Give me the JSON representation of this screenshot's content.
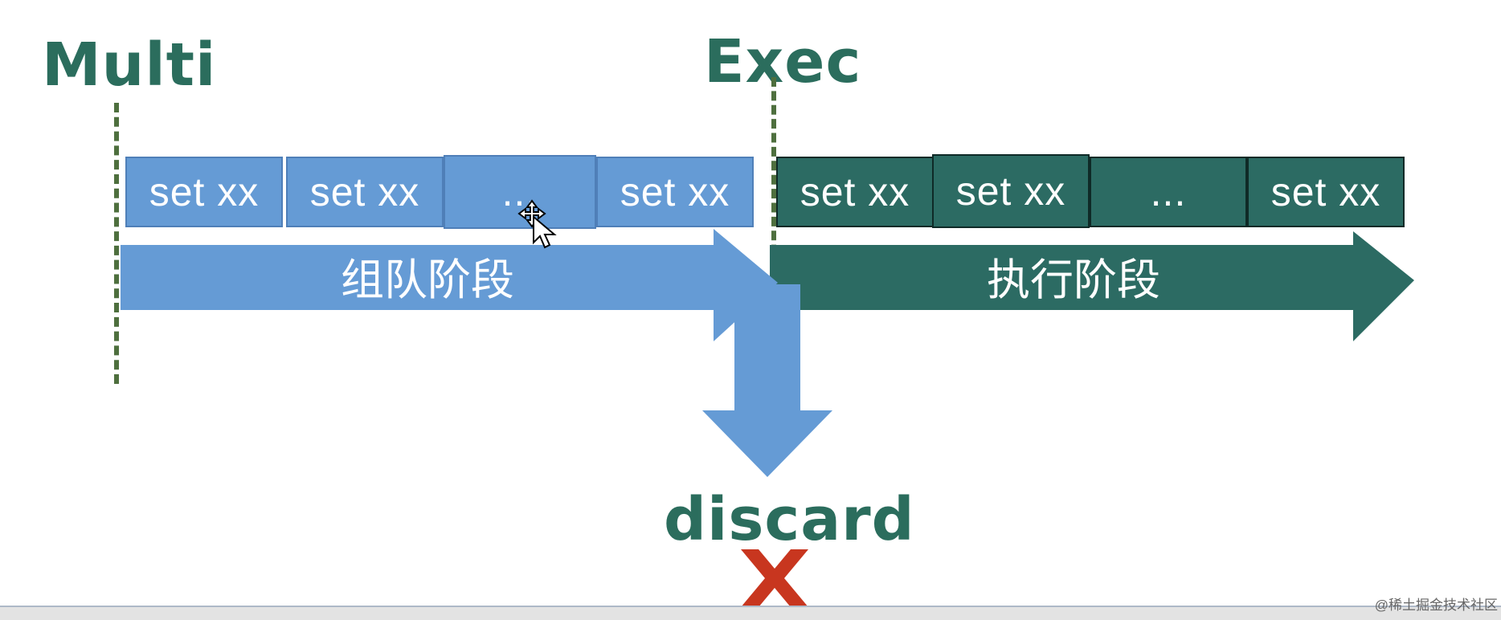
{
  "labels": {
    "multi": "Multi",
    "exec": "Exec",
    "discard": "discard"
  },
  "queue_phase": {
    "label": "组队阶段",
    "commands": [
      "set xx",
      "set xx",
      "...",
      "set xx"
    ]
  },
  "exec_phase": {
    "label": "执行阶段",
    "commands": [
      "set xx",
      "set xx",
      "...",
      "set xx"
    ]
  },
  "corner_caption": "@稀土掘金技术社区",
  "colors": {
    "label_green": "#2b6d5d",
    "queue_blue": "#659bd5",
    "exec_teal": "#2c6b63",
    "guide_dash": "#4e6f3e",
    "discard_x": "#c8361f"
  }
}
